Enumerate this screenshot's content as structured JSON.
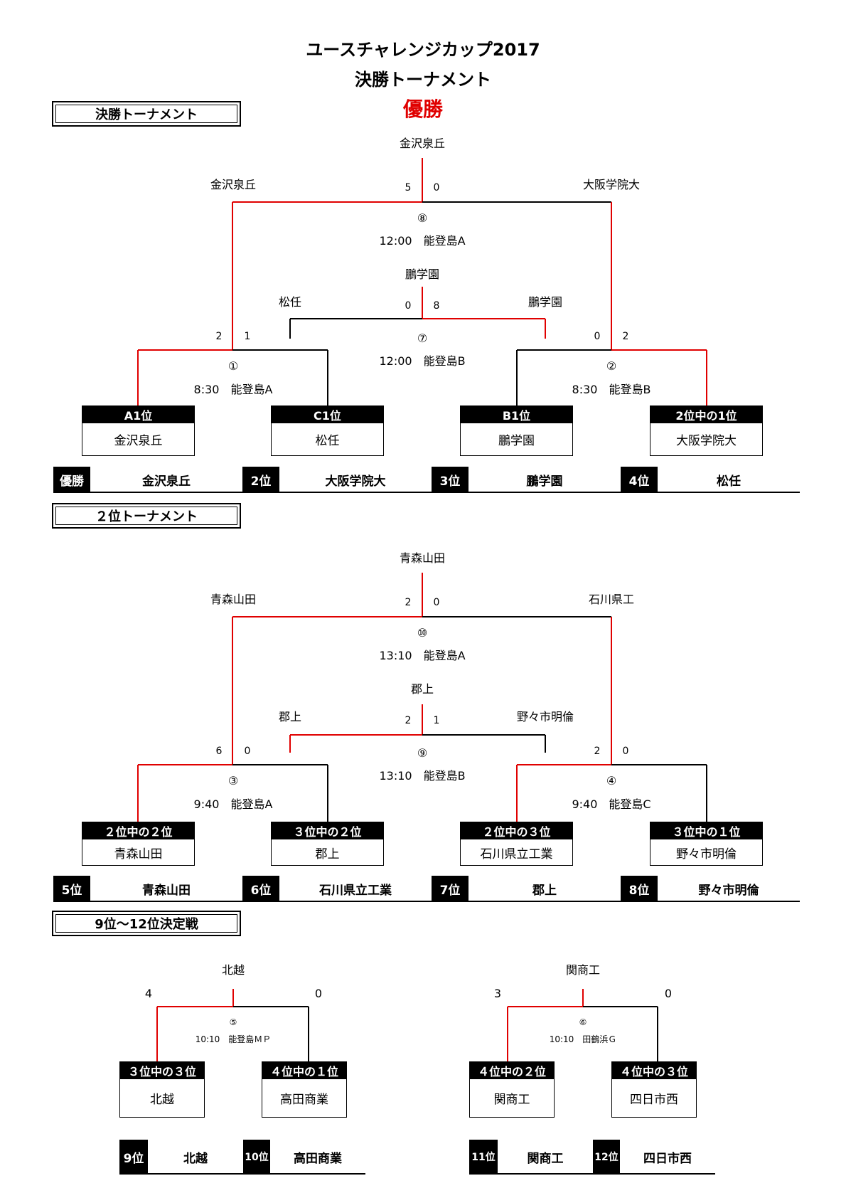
{
  "header": {
    "title1": "ユースチャレンジカップ2017",
    "title2": "決勝トーナメント",
    "champion_label": "優勝"
  },
  "colors": {
    "winner_line": "#e00000",
    "line": "#000000"
  },
  "sections": {
    "final": "決勝トーナメント",
    "second": "２位トーナメント",
    "ninth": "9位～12位決定戦"
  },
  "final": {
    "champion": "金沢泉丘",
    "top_left": "金沢泉丘",
    "top_right": "大阪学院大",
    "score_final_l": "5",
    "score_final_r": "0",
    "m8_no": "⑧",
    "m8_info": "12:00　能登島A",
    "m7_winner": "鵬学園",
    "m7_left": "松任",
    "m7_right": "鵬学園",
    "score_m7_l": "0",
    "score_m7_r": "8",
    "m7_no": "⑦",
    "m7_info": "12:00　能登島B",
    "score_m1_l": "2",
    "score_m1_r": "1",
    "score_m2_l": "0",
    "score_m2_r": "2",
    "m1_no": "①",
    "m1_info": "8:30　能登島A",
    "m2_no": "②",
    "m2_info": "8:30　能登島B",
    "teams": [
      {
        "head": "A1位",
        "name": "金沢泉丘"
      },
      {
        "head": "C1位",
        "name": "松任"
      },
      {
        "head": "B1位",
        "name": "鵬学園"
      },
      {
        "head": "2位中の1位",
        "name": "大阪学院大"
      }
    ],
    "ranks": [
      {
        "label": "優勝",
        "name": "金沢泉丘"
      },
      {
        "label": "2位",
        "name": "大阪学院大"
      },
      {
        "label": "3位",
        "name": "鵬学園"
      },
      {
        "label": "4位",
        "name": "松任"
      }
    ]
  },
  "second": {
    "champion": "青森山田",
    "top_left": "青森山田",
    "top_right": "石川県工",
    "score_final_l": "2",
    "score_final_r": "0",
    "m10_no": "⑩",
    "m10_info": "13:10　能登島A",
    "m9_winner": "郡上",
    "m9_left": "郡上",
    "m9_right": "野々市明倫",
    "score_m9_l": "2",
    "score_m9_r": "1",
    "m9_no": "⑨",
    "m9_info": "13:10　能登島B",
    "score_m3_l": "6",
    "score_m3_r": "0",
    "score_m4_l": "2",
    "score_m4_r": "0",
    "m3_no": "③",
    "m3_info": "9:40　能登島A",
    "m4_no": "④",
    "m4_info": "9:40　能登島C",
    "teams": [
      {
        "head": "２位中の２位",
        "name": "青森山田"
      },
      {
        "head": "３位中の２位",
        "name": "郡上"
      },
      {
        "head": "２位中の３位",
        "name": "石川県立工業"
      },
      {
        "head": "３位中の１位",
        "name": "野々市明倫"
      }
    ],
    "ranks": [
      {
        "label": "5位",
        "name": "青森山田"
      },
      {
        "label": "6位",
        "name": "石川県立工業"
      },
      {
        "label": "7位",
        "name": "郡上"
      },
      {
        "label": "8位",
        "name": "野々市明倫"
      }
    ]
  },
  "ninth": {
    "left": {
      "winner": "北越",
      "score_l": "4",
      "score_r": "0",
      "no": "⑤",
      "info": "10:10　能登島ＭＰ",
      "teams": [
        {
          "head": "３位中の３位",
          "name": "北越"
        },
        {
          "head": "４位中の１位",
          "name": "高田商業"
        }
      ],
      "ranks": [
        {
          "label": "9位",
          "name": "北越"
        },
        {
          "label": "10位",
          "name": "高田商業"
        }
      ]
    },
    "right": {
      "winner": "関商工",
      "score_l": "3",
      "score_r": "0",
      "no": "⑥",
      "info": "10:10　田鶴浜Ｇ",
      "teams": [
        {
          "head": "４位中の２位",
          "name": "関商工"
        },
        {
          "head": "４位中の３位",
          "name": "四日市西"
        }
      ],
      "ranks": [
        {
          "label": "11位",
          "name": "関商工"
        },
        {
          "label": "12位",
          "name": "四日市西"
        }
      ]
    }
  }
}
